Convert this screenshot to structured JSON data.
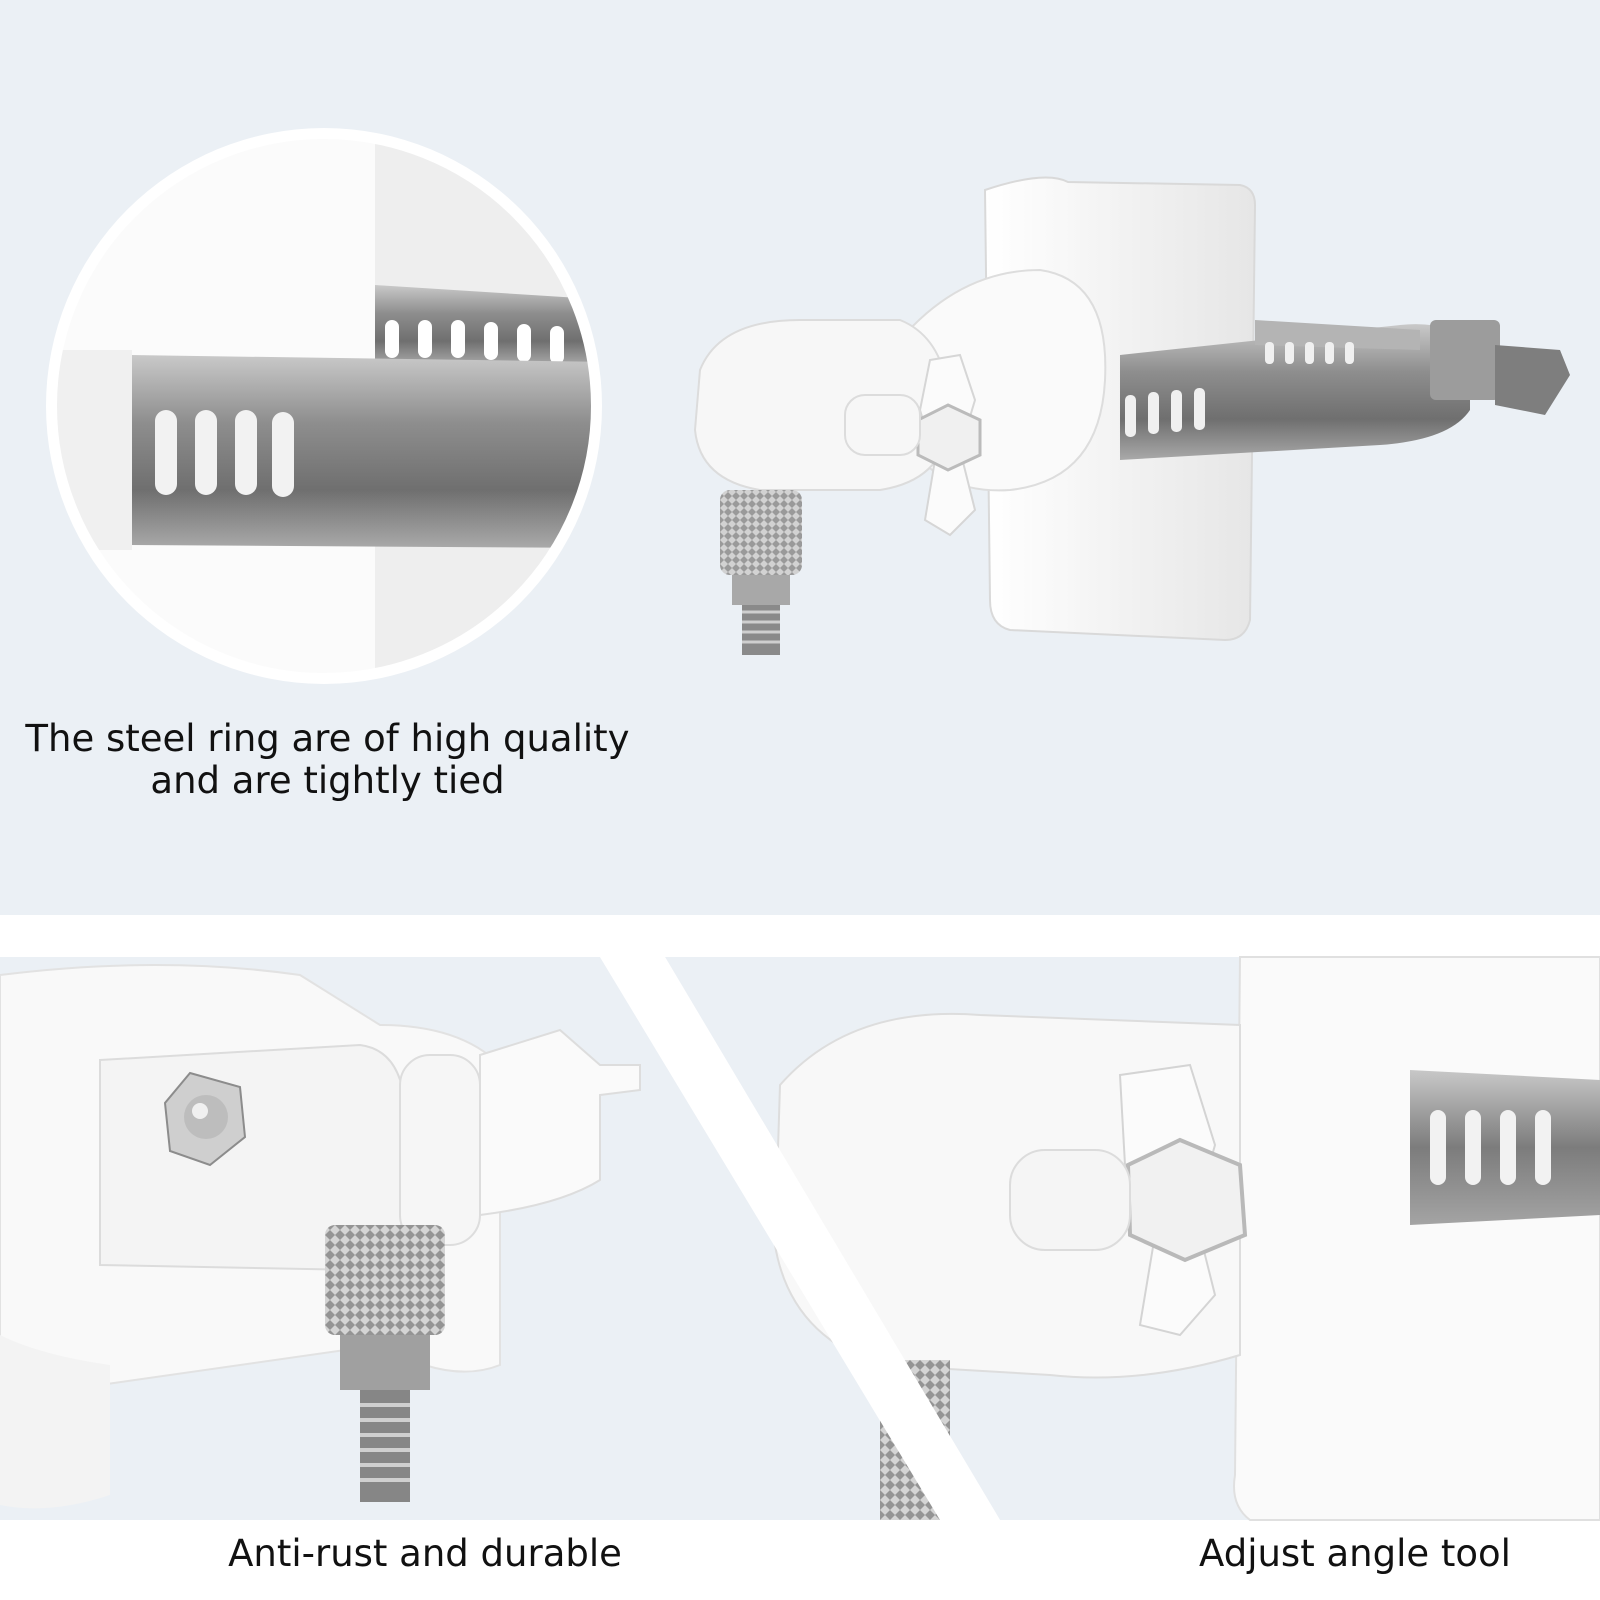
{
  "captions": {
    "top_line1": "The steel ring are of high quality",
    "top_line2": "and are tightly tied",
    "bottom_left": "Anti-rust and durable",
    "bottom_right": "Adjust angle tool"
  },
  "colors": {
    "panel_bg": "#ebf0f5",
    "white_plastic": "#f7f7f7",
    "steel": "#8a8a8a",
    "text": "#111111"
  }
}
